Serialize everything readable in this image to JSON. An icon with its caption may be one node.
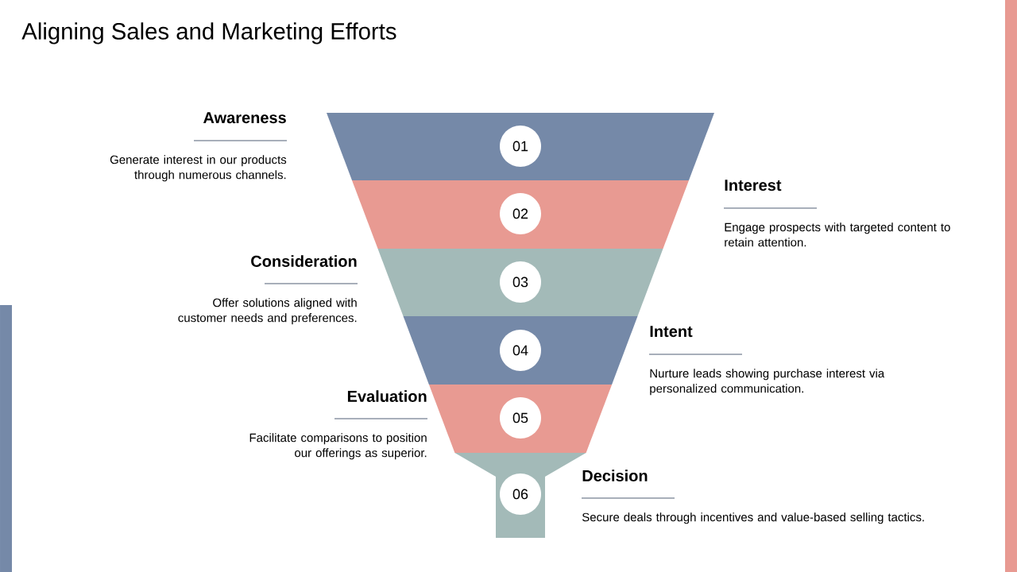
{
  "diagram": {
    "title": "Aligning Sales and Marketing Efforts",
    "nodes": [
      {
        "text": [
          "01"
        ],
        "beside": [
          "Awareness",
          "Generate interest in our products through numerous channels."
        ]
      },
      {
        "text": [
          "02"
        ],
        "beside": [
          "Interest",
          "Engage prospects with targeted content to retain attention."
        ]
      },
      {
        "text": [
          "03"
        ],
        "beside": [
          "Consideration",
          "Offer solutions aligned with customer needs and preferences."
        ]
      },
      {
        "text": [
          "04"
        ],
        "beside": [
          "Intent",
          "Nurture leads showing purchase interest via personalized communication."
        ]
      },
      {
        "text": [
          "05"
        ],
        "beside": [
          "Evaluation",
          "Facilitate comparisons to position our offerings as superior."
        ]
      },
      {
        "text": [
          "06"
        ],
        "beside": [
          "Decision",
          "Secure deals through incentives and value-based selling tactics."
        ]
      }
    ]
  }
}
